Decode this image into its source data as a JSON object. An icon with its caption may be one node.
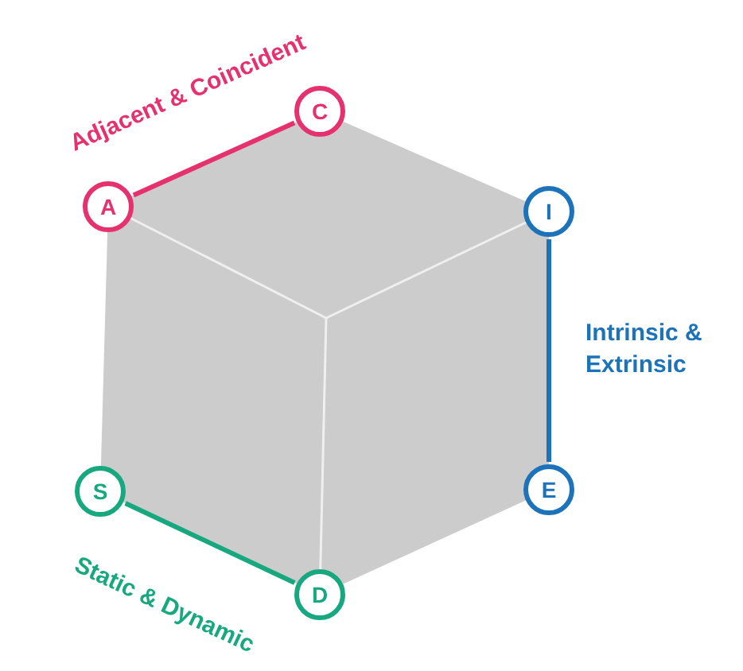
{
  "diagram": {
    "nodes": [
      {
        "text": [
          "C"
        ]
      },
      {
        "text": [
          "A"
        ]
      },
      {
        "text": [
          "I"
        ]
      },
      {
        "text": [
          "E"
        ]
      },
      {
        "text": [
          "S"
        ]
      },
      {
        "text": [
          "D"
        ]
      }
    ],
    "edges": [
      {
        "from": 1,
        "to": 0,
        "arrow": "none",
        "label": "Adjacent & Coincident",
        "color": "#e6316f"
      },
      {
        "from": 2,
        "to": 3,
        "arrow": "none",
        "label": "Intrinsic & Extrinsic",
        "color": "#1d73b9"
      },
      {
        "from": 4,
        "to": 5,
        "arrow": "none",
        "label": "Static & Dynamic",
        "color": "#18a880"
      }
    ]
  }
}
